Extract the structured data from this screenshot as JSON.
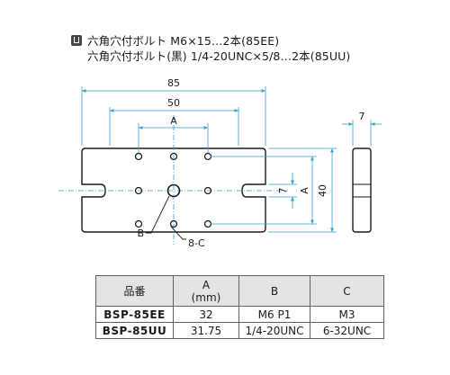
{
  "notes": [
    {
      "icon": "hex-bolt-icon",
      "text": "六角穴付ボルト M6×15…2本(85EE)"
    },
    {
      "icon": "",
      "text": "六角穴付ボルト(黒) 1/4-20UNC×5/8…2本(85UU)"
    }
  ],
  "drawing": {
    "dims": {
      "total_length": "85",
      "inner_width": "50",
      "pitch_a_horizontal": "A",
      "slot_width": "7",
      "pitch_a_vertical": "A",
      "height": "40",
      "thickness": "7"
    },
    "callouts": {
      "b": "B",
      "c": "8-C"
    },
    "colors": {
      "outline": "#1a1a1a",
      "dimension": "#3aa0c8"
    }
  },
  "table": {
    "headers": {
      "model": "品番",
      "a_label": "A",
      "a_unit": "(mm)",
      "b": "B",
      "c": "C"
    },
    "rows": [
      {
        "model": "BSP-85EE",
        "a": "32",
        "b": "M6 P1",
        "c": "M3"
      },
      {
        "model": "BSP-85UU",
        "a": "31.75",
        "b": "1/4-20UNC",
        "c": "6-32UNC"
      }
    ]
  }
}
